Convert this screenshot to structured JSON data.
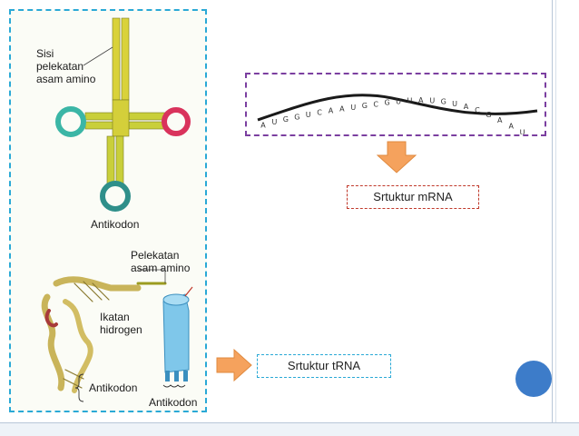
{
  "trna_figure": {
    "label_attach_top": "Sisi pelekatan asam amino",
    "label_attach_top_lines": [
      "Sisi",
      "pelekatan",
      "asam amino"
    ],
    "label_anticodon_top": "Antikodon",
    "label_attach_bottom_lines": [
      "Pelekatan",
      "asam amino"
    ],
    "label_hydrogen_lines": [
      "Ikatan",
      "hidrogen"
    ],
    "label_anticodon_left": "Antikodon",
    "label_anticodon_right": "Antikodon"
  },
  "mrna_figure": {
    "sequence": "AUGGUCAAUGCGUUAUGUACGAAUG"
  },
  "captions": {
    "mrna": "Srtuktur mRNA",
    "trna": "Srtuktur tRNA"
  },
  "colors": {
    "trna_frame_border": "#2aa9d6",
    "mrna_frame_border": "#7b3fa0",
    "arrow_fill": "#f5a25d",
    "caption_mrna_border": "#c0392b",
    "accent_dot": "#3d7cc9"
  }
}
